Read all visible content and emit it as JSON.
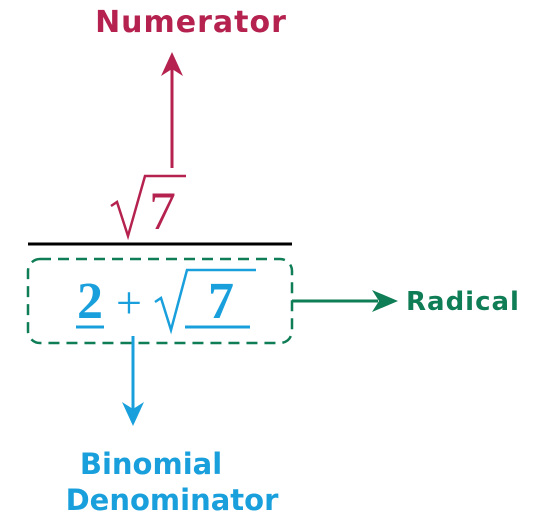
{
  "colors": {
    "numerator": "#b5224f",
    "denominator": "#19a0dc",
    "radical": "#0f7d55",
    "fraction_bar": "#000000",
    "background": "#ffffff"
  },
  "labels": {
    "numerator": "Numerator",
    "radical": "Radical",
    "binomial_line1": "Binomial",
    "binomial_line2": "Denominator"
  },
  "expression": {
    "numerator_radicand": "7",
    "denominator_integer": "2",
    "denominator_operator": "+",
    "denominator_radicand": "7"
  },
  "icons": {
    "numerator_arrow": "arrow-up-icon",
    "radical_arrow": "arrow-right-icon",
    "denominator_arrow": "arrow-down-icon",
    "radical_symbol": "square-root-icon"
  }
}
